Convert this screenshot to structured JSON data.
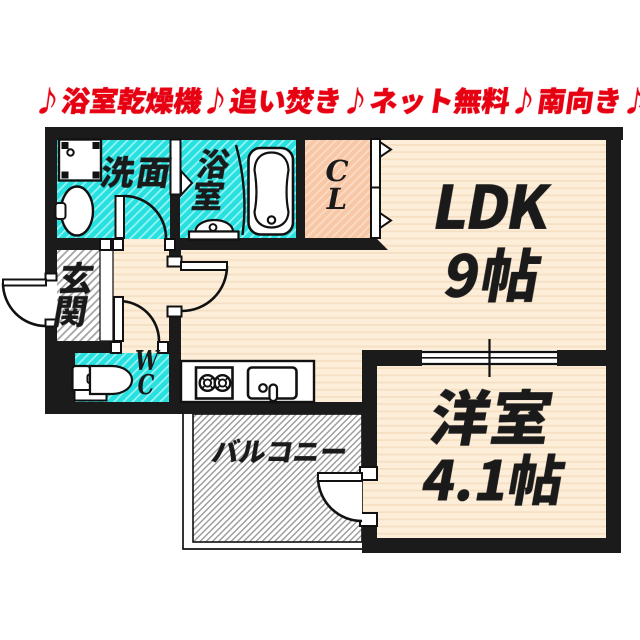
{
  "banner": {
    "text": "♪浴室乾燥機♪追い焚き♪ネット無料♪南向き♪",
    "color": "#e60012"
  },
  "floor_plan": {
    "rooms": {
      "ldk": {
        "name": "LDK",
        "size": "9帖"
      },
      "western_room": {
        "name": "洋室",
        "size": "4.1帖"
      },
      "washroom": {
        "name": "洗面"
      },
      "bathroom": {
        "name": "浴室"
      },
      "entrance": {
        "name": "玄関"
      },
      "toilet": {
        "name": "WC"
      },
      "closet": {
        "name": "CL"
      },
      "balcony": {
        "name": "バルコニー"
      }
    },
    "colors": {
      "wall": "#1b1b1b",
      "wet_area_fill": "#2ae2e2",
      "wet_area_stripe": "#8ef2f0",
      "closet_fill": "#f8c8a8",
      "closet_stripe": "#fcdfca",
      "floor_fill": "#fdeeda",
      "floor_stripe": "#f6e0c4",
      "hatch_line": "#a5a5a5",
      "label_text": "#1a1a1a",
      "banner_text": "#e60012",
      "fixture_line": "#111111"
    }
  }
}
